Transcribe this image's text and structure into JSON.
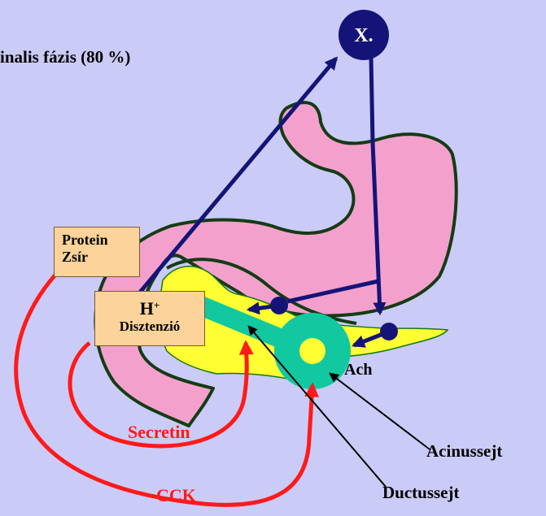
{
  "title": "inalis fázis (80 %)",
  "center_node": "X.",
  "box_protein": {
    "line1": "Protein",
    "line2": "Zsír"
  },
  "box_h": {
    "symbol": "H",
    "superscript": "+",
    "line2": "Disztenzió"
  },
  "hormones": {
    "secretin": "Secretin",
    "cck": "CCK"
  },
  "transmitter": "Ach",
  "cells": {
    "acinus": "Acinussejt",
    "ductus": "Ductussejt"
  },
  "colors": {
    "background": "#cbcbf7",
    "stomach": "#f4a0cc",
    "pancreas": "#ffff33",
    "duct": "#12c8a0",
    "nerve": "#141478",
    "hormone_arrow": "#ff1a1a"
  }
}
